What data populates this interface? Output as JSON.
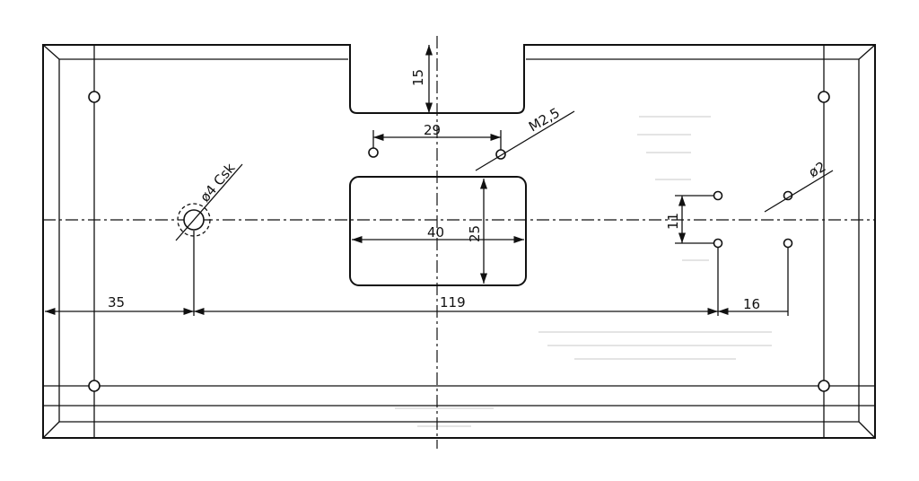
{
  "dimensions": {
    "notch_depth": "15",
    "hole_spacing": "29",
    "thread_callout": "M2,5",
    "csk_callout": "ø4 Csk",
    "cutout_width": "40",
    "cutout_height": "25",
    "left_offset": "35",
    "main_span": "119",
    "right_offset": "16",
    "vertical_spacing": "11",
    "small_hole_callout": "ø2"
  },
  "colors": {
    "line": "#111111",
    "background": "#ffffff"
  }
}
